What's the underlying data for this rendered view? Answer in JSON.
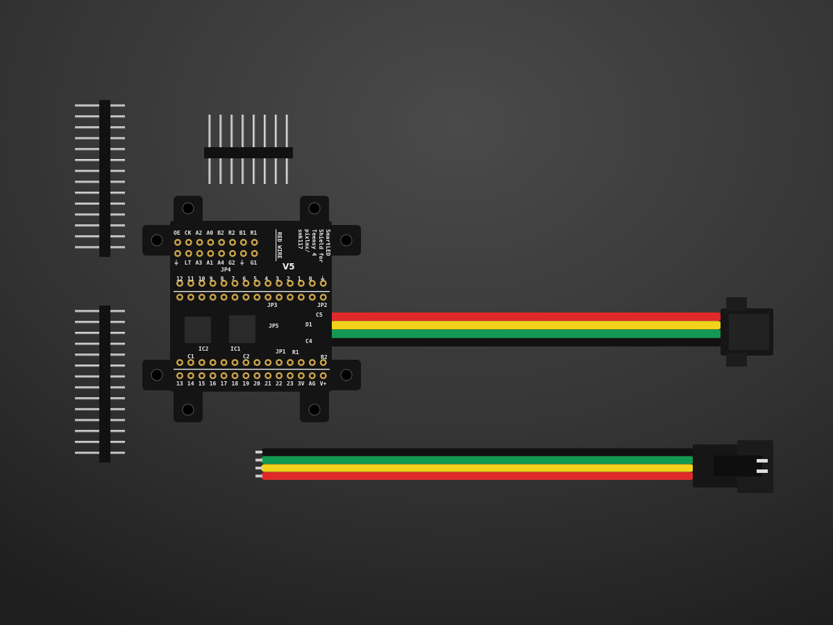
{
  "photo": {
    "background_color": "#2e2e2e",
    "pcb_color": "#151515",
    "pad_color": "#c9a24a",
    "wire_colors": [
      "#e02a2a",
      "#f2d21a",
      "#129a52",
      "#111111"
    ]
  },
  "pcb": {
    "top_row_labels": [
      "OE",
      "CK",
      "A2",
      "A0",
      "B2",
      "R2",
      "B1",
      "R1"
    ],
    "bottom_label_row": [
      "⏚",
      "LT",
      "A3",
      "A1",
      "A4",
      "G2",
      "⏚",
      "G1"
    ],
    "red_wire_label": "RED WIRE",
    "title_lines": [
      "SmartLED",
      "Shield for",
      "Teensy 4",
      "pixlmx/",
      "smk117"
    ],
    "version": "V5",
    "upper_pin_numbers": [
      "12",
      "11",
      "10",
      "9",
      "8",
      "7",
      "6",
      "5",
      "4",
      "3",
      "2",
      "1",
      "0",
      "⏚"
    ],
    "lower_pin_numbers": [
      "13",
      "14",
      "15",
      "16",
      "17",
      "18",
      "19",
      "20",
      "21",
      "22",
      "23",
      "3V",
      "AG",
      "V+"
    ],
    "component_labels": [
      "JP4",
      "JP3",
      "JP2",
      "JP5",
      "C5",
      "D1",
      "C4",
      "IC1",
      "IC2",
      "C1",
      "C2",
      "R1",
      "R2",
      "JP1"
    ]
  }
}
